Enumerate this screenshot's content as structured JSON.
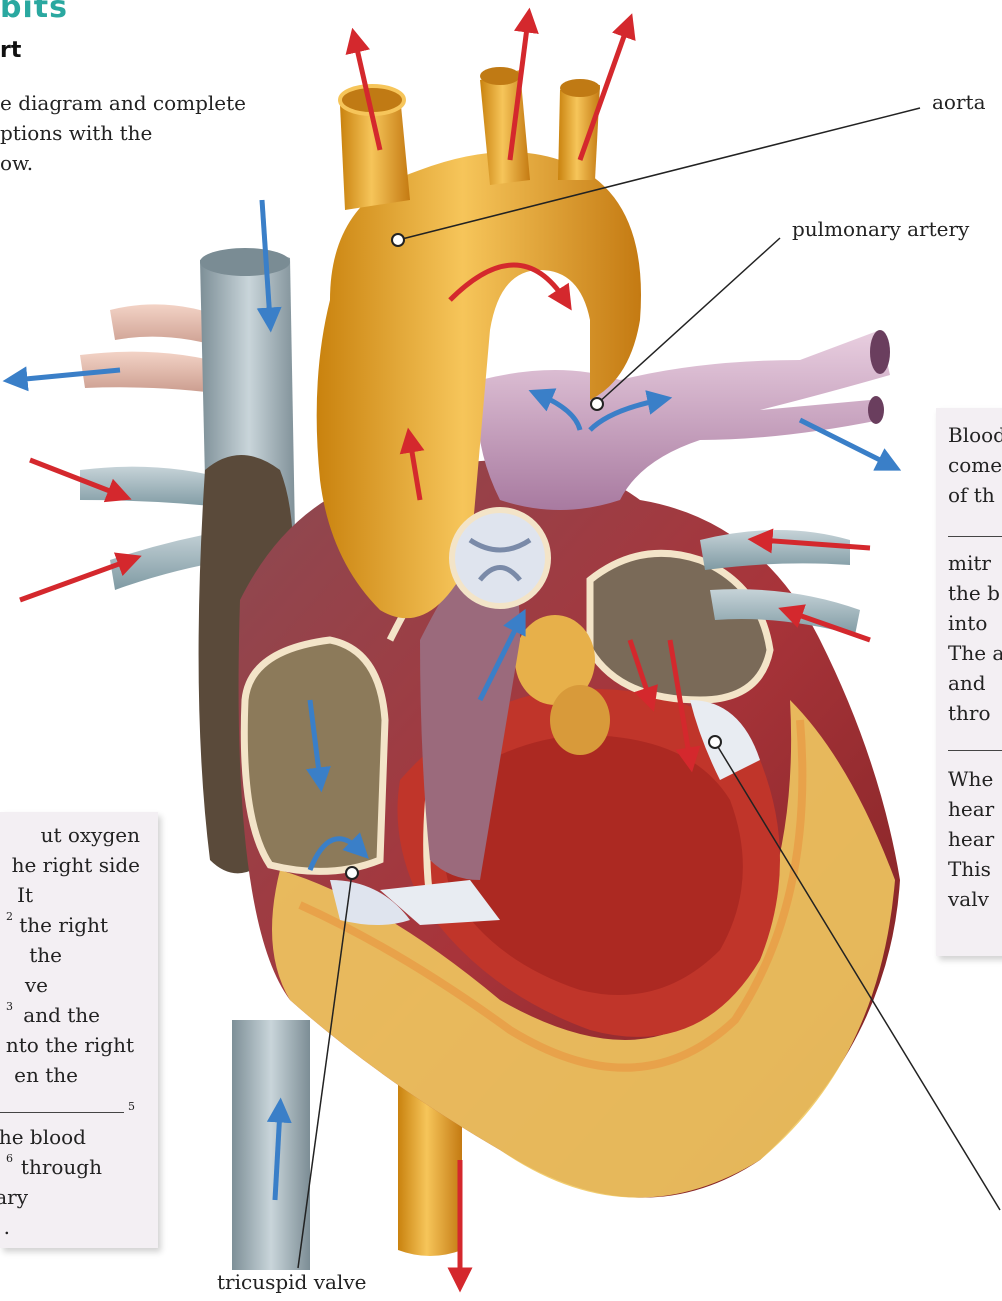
{
  "header": {
    "section_title": "bits",
    "subtitle": "rt"
  },
  "instructions": {
    "lines": [
      "e diagram and complete",
      "ptions with the",
      "ow."
    ]
  },
  "labels": {
    "aorta": "aorta",
    "pulmonary_artery": "pulmonary artery",
    "tricuspid_valve": "tricuspid valve"
  },
  "left_box": {
    "lines": [
      "ut oxygen",
      "he right side",
      "It",
      "the right",
      "the",
      "ve",
      "and the",
      "nto the right",
      "en the",
      "he blood",
      "through",
      "ary",
      "."
    ],
    "sups": [
      "2",
      "3",
      "5",
      "6"
    ]
  },
  "right_box": {
    "lines": [
      "Blood",
      "come",
      "of th",
      "mitr",
      "the b",
      "into",
      "The a",
      "and",
      "thro",
      "Whe",
      "hear",
      "hear",
      "This",
      "valv"
    ]
  },
  "colors": {
    "title_teal": "#2aa8a0",
    "oxygenated_arrow": "#d4282d",
    "deoxygenated_arrow": "#3a7fc8",
    "aorta_yellow": "#e8a52a",
    "vena_cava_gray": "#a7b6bc",
    "muscle_red": "#b8322a",
    "fat_yellow": "#f0c860",
    "box_background": "#f3eff3"
  }
}
